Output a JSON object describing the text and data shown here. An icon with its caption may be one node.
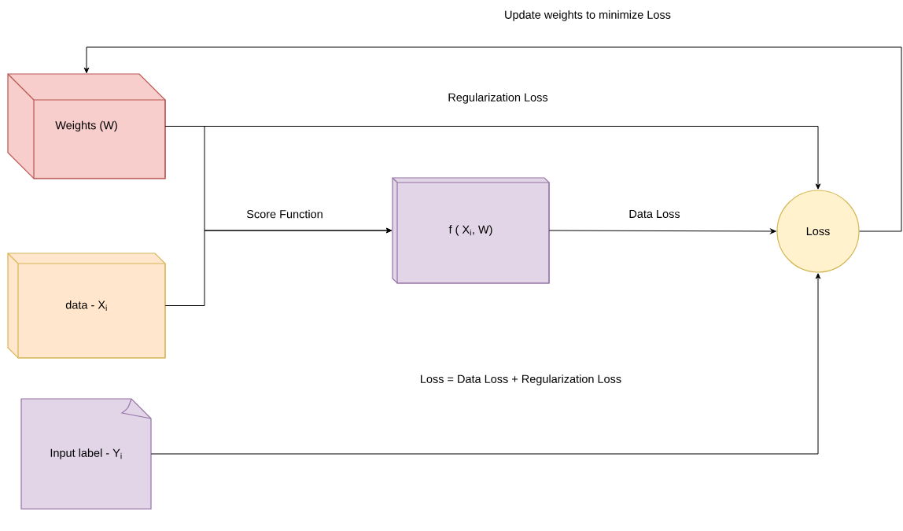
{
  "diagram": {
    "nodes": [
      {
        "text": [
          "Weights (W)"
        ]
      },
      {
        "text": [
          "data - X$_{i}$"
        ]
      },
      {
        "text": [
          "f ( X$_{i}$, W)"
        ]
      },
      {
        "text": [
          "Loss"
        ]
      },
      {
        "text": [
          "Input label - Y$_{i}$"
        ]
      }
    ],
    "edges": [
      {
        "from": 0,
        "to": 2,
        "arrow": "to",
        "label": "Score Function"
      },
      {
        "from": 1,
        "to": 2,
        "arrow": "to"
      },
      {
        "from": 0,
        "to": 3,
        "arrow": "to",
        "label": "Regularization Loss"
      },
      {
        "from": 2,
        "to": 3,
        "arrow": "to",
        "label": "Data Loss"
      },
      {
        "from": 4,
        "to": 3,
        "arrow": "to"
      },
      {
        "from": 3,
        "to": 0,
        "arrow": "to",
        "label": "Update weights to minimize Loss"
      }
    ],
    "labels": [
      "Loss = Data Loss + Regularization Loss"
    ]
  }
}
